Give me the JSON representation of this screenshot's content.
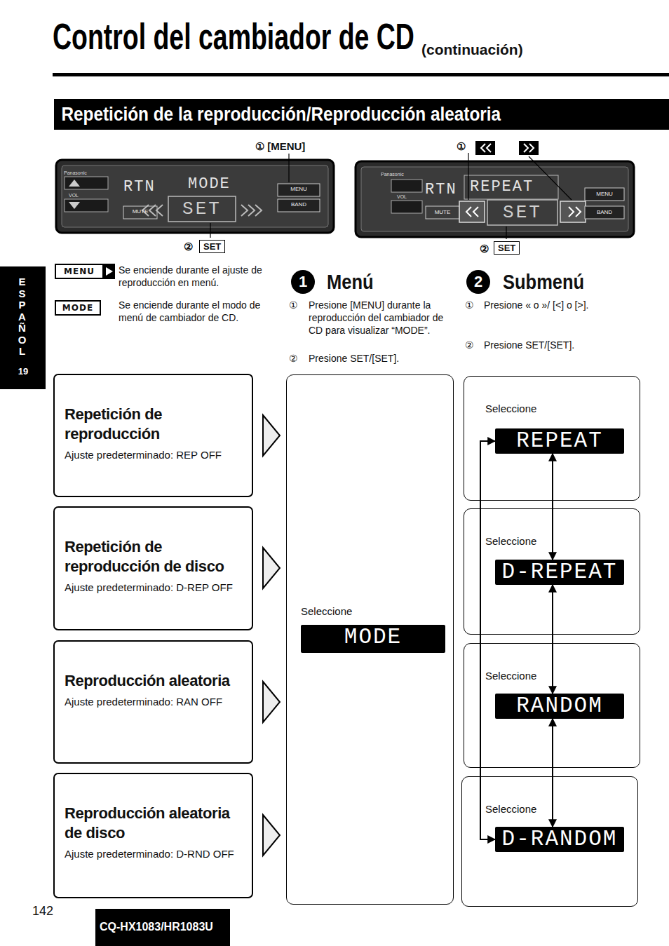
{
  "diagram": {
    "title": "Control del cambiador de CD",
    "nodes": [
      {
        "text": [
          "Repetición de la reproducción/Reproducción aleatoria"
        ]
      },
      {
        "text": [
          "MENU"
        ]
      },
      {
        "text": [
          "MODE"
        ]
      },
      {
        "text": [
          "Repetición de reproducción",
          "Ajuste predeterminado: REP OFF"
        ]
      },
      {
        "text": [
          "Repetición de reproducción de disco",
          "Ajuste predeterminado: D-REP OFF"
        ]
      },
      {
        "text": [
          "Reproducción aleatoria",
          "Ajuste predeterminado: RAN OFF"
        ]
      },
      {
        "text": [
          "Reproducción aleatoria de disco",
          "Ajuste predeterminado: D-RND OFF"
        ]
      },
      {
        "text": [
          "Seleccione"
        ]
      },
      {
        "text": [
          "MODE"
        ],
        "in": 7
      },
      {
        "text": [
          "Seleccione"
        ]
      },
      {
        "text": [
          "REPEAT"
        ],
        "in": 9
      },
      {
        "text": [
          "Seleccione"
        ]
      },
      {
        "text": [
          "D-REPEAT"
        ],
        "in": 11
      },
      {
        "text": [
          "Seleccione"
        ]
      },
      {
        "text": [
          "RANDOM"
        ],
        "in": 13
      },
      {
        "text": [
          "Seleccione"
        ]
      },
      {
        "text": [
          "D-RANDOM"
        ],
        "in": 15
      }
    ],
    "edges": [
      {
        "from": 10,
        "to": 12,
        "arrow": "both"
      },
      {
        "from": 12,
        "to": 14,
        "arrow": "both"
      },
      {
        "from": 14,
        "to": 16,
        "arrow": "both"
      },
      {
        "from": 16,
        "to": 10,
        "arrow": "both"
      }
    ],
    "labels": [
      "(continuación)",
      "① [MENU]",
      "Panasonic",
      "VOL",
      "RTN",
      "MODE",
      "MENU",
      "BAND",
      "MUTE",
      "SET",
      "②",
      "SET",
      "①",
      "Panasonic",
      "VOL",
      "RTN",
      "REPEAT",
      "MENU",
      "BAND",
      "MUTE",
      "SET",
      "②",
      "SET",
      "Se enciende durante el ajuste de reproducción en menú.",
      "Se enciende durante el modo de menú de cambiador de CD.",
      "1",
      "Menú",
      "①",
      "Presione [MENU] durante la reproducción del cambiador de CD para visualizar “MODE”.",
      "②",
      "Presione SET/[SET].",
      "2",
      "Submenú",
      "①",
      "Presione « o »/ [<] o [>].",
      "②",
      "Presione SET/[SET].",
      "ESPAÑOL",
      "19",
      "142",
      "CQ-HX1083/HR1083U"
    ]
  }
}
